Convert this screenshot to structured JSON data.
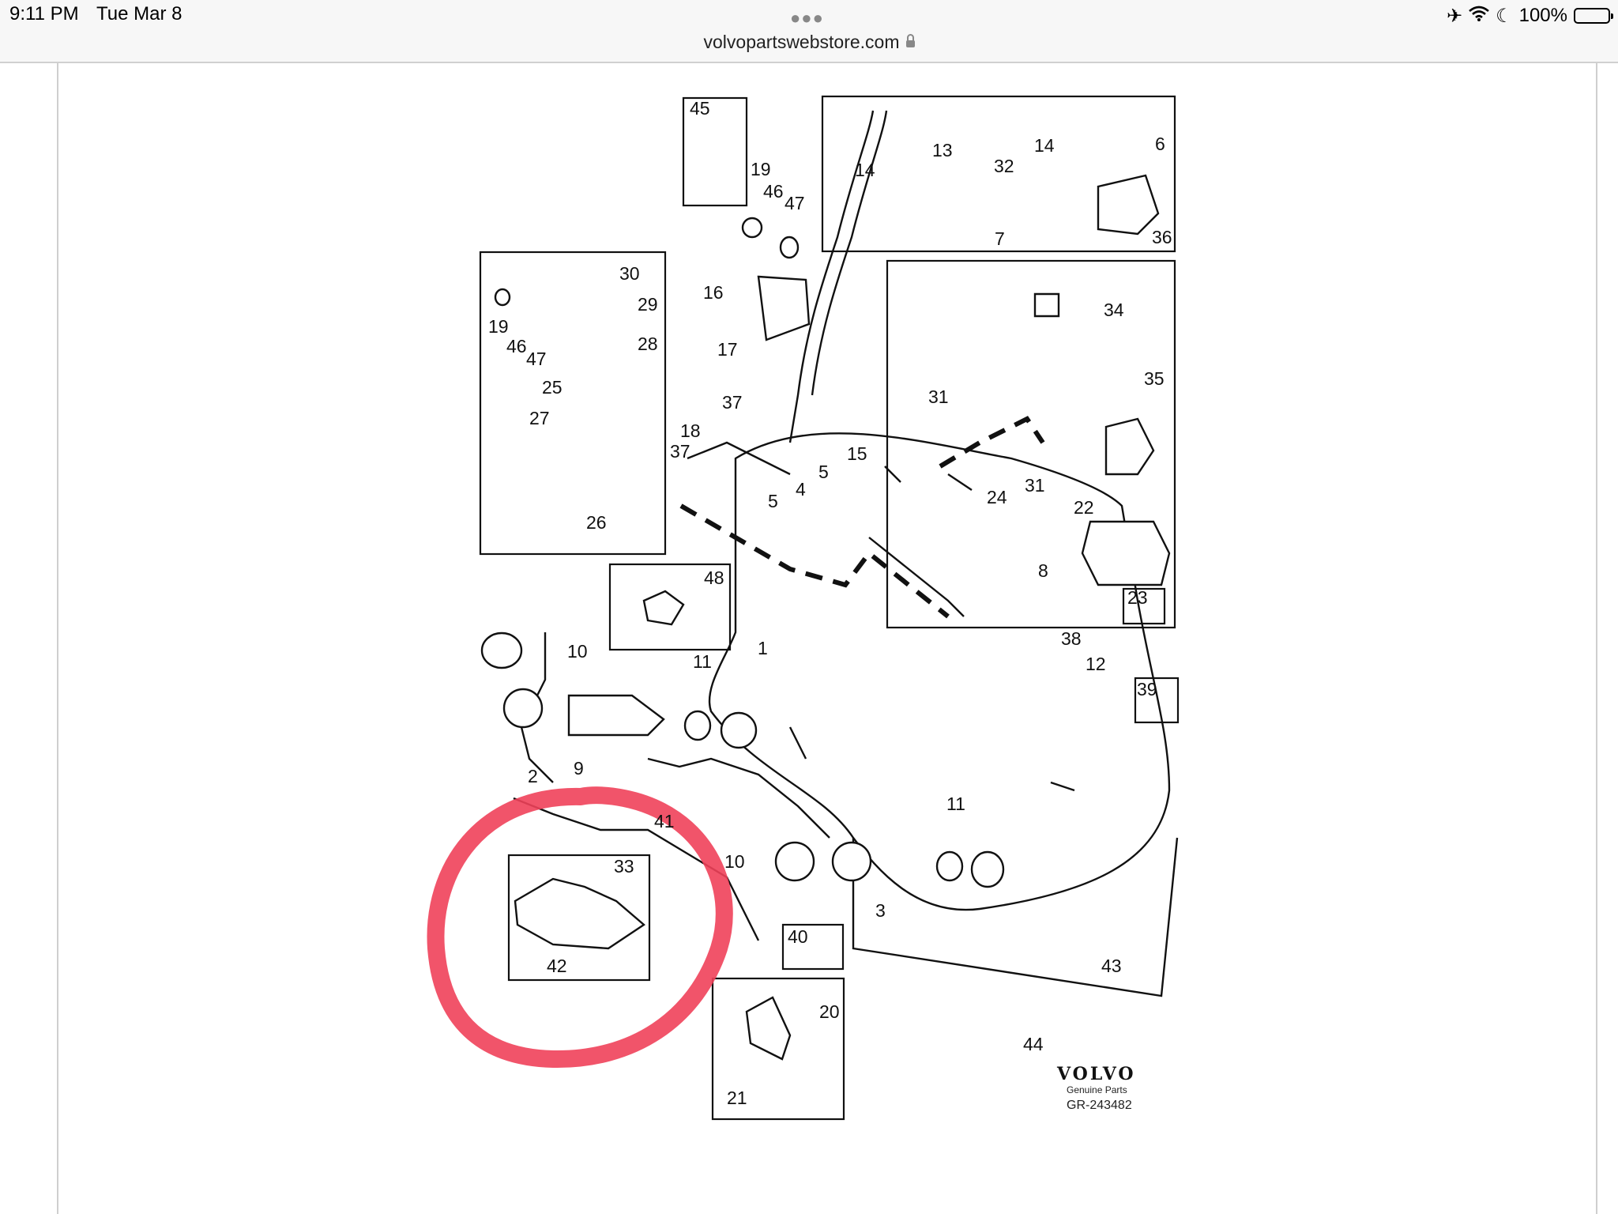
{
  "status_bar": {
    "time": "9:11 PM",
    "date": "Tue Mar 8",
    "url": "volvopartswebstore.com",
    "battery": "100%",
    "battery_level": 1.0,
    "icons": [
      "airplane-icon",
      "wifi-icon",
      "moon-icon",
      "battery-icon",
      "lock-icon"
    ]
  },
  "diagram": {
    "brand": "VOLVO",
    "subtitle": "Genuine Parts",
    "reference": "GR-243482",
    "annotation_color": "#f0415a",
    "callouts": [
      "1",
      "2",
      "3",
      "4",
      "5",
      "5",
      "6",
      "7",
      "8",
      "9",
      "10",
      "10",
      "11",
      "11",
      "12",
      "13",
      "14",
      "14",
      "15",
      "16",
      "17",
      "18",
      "19",
      "19",
      "20",
      "21",
      "22",
      "23",
      "24",
      "25",
      "26",
      "27",
      "28",
      "29",
      "30",
      "31",
      "31",
      "32",
      "33",
      "34",
      "35",
      "36",
      "37",
      "37",
      "38",
      "39",
      "40",
      "41",
      "42",
      "43",
      "44",
      "45",
      "46",
      "46",
      "47",
      "47",
      "48"
    ]
  }
}
